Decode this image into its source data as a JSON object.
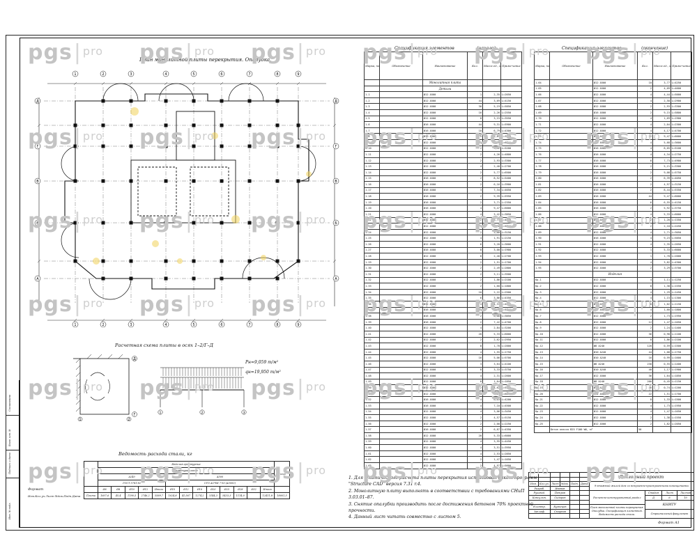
{
  "watermark": {
    "brand": "pgs",
    "suffix": "pro"
  },
  "plan": {
    "title": "План монолитной плиты перекрытия. Опалубка.",
    "axes_letters": [
      "Д",
      "Г",
      "В",
      "Б",
      "А"
    ],
    "axes_numbers": [
      "1",
      "2",
      "3",
      "4",
      "5",
      "6",
      "7",
      "8",
      "9"
    ]
  },
  "scheme": {
    "title": "Расчетная схема плиты в осях 1–2/Г–Д",
    "load1": "Pн=9,059 т/м²",
    "load2": "qн=19,950 т/м²"
  },
  "rebar_table": {
    "title": "Ведомость расхода стали, кг",
    "header_main": "Изделия арматурные",
    "header_class": "Арматура класса",
    "col_a240": "A240",
    "col_a500": "A500",
    "gost1": "ГОСТ 5781-82",
    "gost2": "СТО АСЧМ 7-93 (A500С)",
    "total_label": "Всего",
    "diam_a240": [
      "Ø6",
      "Ø8",
      "Ø10",
      "Ø12"
    ],
    "itogo_label": "Итого",
    "diam_a500": [
      "Ø10",
      "Ø12",
      "Ø16",
      "Ø20",
      "Ø25",
      "Ø28",
      "Ø32"
    ],
    "row_label": "Плита",
    "values": [
      "1607,6",
      "45,4",
      "1190,5",
      "2746,2",
      "5589,7",
      "1624,8",
      "41,567",
      "1274,2",
      "3144,3",
      "5433,3",
      "1114,0",
      "",
      "12411,8",
      "18001,5"
    ]
  },
  "side_stamp": [
    "Инв. № подл.",
    "Подпись и дата",
    "Взам. инв. №",
    "Согласовано"
  ],
  "left_notes": [
    "Формат",
    "Изм.Кол.уч.Лист №док.Подп.Дата"
  ],
  "spec": {
    "caption_left": "Спецификация элементов",
    "caption_left_suffix": "(начало)",
    "caption_right": "Спецификация элементов",
    "caption_right_suffix": "(окончание)",
    "headers": [
      "Марка, поз.",
      "Обозначение",
      "Наименование",
      "Кол.",
      "Масса ед., кг",
      "Приме-чание"
    ],
    "section_mono": "Монолитная плита",
    "section_rebar": "Детали",
    "section_prod": "Изделия",
    "left_rows": [
      [
        "1-1",
        "Ø12 А500",
        "L=2650",
        "1",
        "2,35"
      ],
      [
        "1-2",
        "Ø12 А500",
        "L=4150",
        "44",
        "3,69"
      ],
      [
        "1-3",
        "Ø12 А500",
        "L=5850",
        "30",
        "5,19"
      ],
      [
        "1-4",
        "Ø12 А500",
        "L=2550",
        "16",
        "2,26"
      ],
      [
        "1-5",
        "Ø12 А500",
        "L=3550",
        "8",
        "3,15"
      ],
      [
        "1-6",
        "Ø16 А500",
        "L=5900",
        "44",
        "9,31"
      ],
      [
        "1-7",
        "Ø16 А500",
        "L=4300",
        "10",
        "6,79"
      ],
      [
        "1-8",
        "Ø16 А500",
        "L=3700",
        "5",
        "5,84"
      ],
      [
        "1-9",
        "Ø12 А500",
        "L=6000",
        "24",
        "5,33"
      ],
      [
        "1-10",
        "Ø12 А500",
        "L=5200",
        "2",
        "4,62"
      ],
      [
        "1-11",
        "Ø12 А500",
        "L=4800",
        "2",
        "4,26"
      ],
      [
        "1-12",
        "Ø12 А500",
        "L=3300",
        "2",
        "2,93"
      ],
      [
        "1-13",
        "Ø12 А500",
        "L=2700",
        "4",
        "2,40"
      ],
      [
        "1-14",
        "Ø12 А500",
        "L=6500",
        "2",
        "5,77"
      ],
      [
        "1-15",
        "Ø16 А500",
        "L=5400",
        "2",
        "8,52"
      ],
      [
        "1-16",
        "Ø16 А500",
        "L=3900",
        "2",
        "6,16"
      ],
      [
        "1-17",
        "Ø16 А500",
        "L=4650",
        "3",
        "7,34"
      ],
      [
        "1-18",
        "Ø16 А500",
        "L=5950",
        "2",
        "9,39"
      ],
      [
        "1-19",
        "Ø16 А500",
        "L=2350",
        "2",
        "3,71"
      ],
      [
        "1-20",
        "Ø16 А500",
        "L=6000",
        "4",
        "9,47"
      ],
      [
        "1-21",
        "Ø12 А500",
        "L=3850",
        "4",
        "3,42"
      ],
      [
        "1-22",
        "Ø12 А500",
        "L=4250",
        "2",
        "3,77"
      ],
      [
        "1-23",
        "Ø12 А500",
        "L=5650",
        "2",
        "5,02"
      ],
      [
        "1-24",
        "Ø12 А500",
        "L=3150",
        "2",
        "2,80"
      ],
      [
        "1-25",
        "Ø12 А500",
        "L=2150",
        "4",
        "1,91"
      ],
      [
        "1-26",
        "Ø12 А500",
        "L=3600",
        "6",
        "3,20"
      ],
      [
        "1-27",
        "Ø16 А500",
        "L=1900",
        "8",
        "3,00"
      ],
      [
        "1-28",
        "Ø12 А500",
        "L=2700",
        "8",
        "2,40"
      ],
      [
        "1-29",
        "Ø12 А500",
        "L=1700",
        "2",
        "1,51"
      ],
      [
        "1-30",
        "Ø12 А500",
        "L=2800",
        "2",
        "2,49"
      ],
      [
        "1-31",
        "Ø12 А500",
        "L=3500",
        "2",
        "3,11"
      ],
      [
        "1-32",
        "Ø12 А500",
        "L=2100",
        "2",
        "1,86"
      ],
      [
        "1-33",
        "Ø12 А500",
        "L=1800",
        "2",
        "1,60"
      ],
      [
        "1-34",
        "Ø12 А500",
        "L=2500",
        "10",
        "2,22"
      ],
      [
        "1-35",
        "Ø12 А500",
        "L=4350",
        "6",
        "3,86"
      ],
      [
        "1-36",
        "Ø12 А500",
        "L=4850",
        "4",
        "4,31"
      ],
      [
        "1-37",
        "Ø16 А500",
        "L=5450",
        "12",
        "8,60"
      ],
      [
        "1-38",
        "Ø16 А500",
        "L=3850",
        "2",
        "6,08"
      ],
      [
        "1-39",
        "Ø16 А500",
        "L=4700",
        "2",
        "7,42"
      ],
      [
        "1-40",
        "Ø12 А500",
        "L=3200",
        "4",
        "2,84"
      ],
      [
        "1-41",
        "Ø12 А500",
        "L=6000",
        "20",
        "5,33"
      ],
      [
        "1-42",
        "Ø12 А500",
        "L=2950",
        "2",
        "2,62"
      ],
      [
        "1-43",
        "Ø12 А500",
        "L=2000",
        "8",
        "1,78"
      ],
      [
        "1-44",
        "Ø12 А500",
        "L=1750",
        "4",
        "1,55"
      ],
      [
        "1-45",
        "Ø12 А500",
        "L=5700",
        "16",
        "5,06"
      ],
      [
        "1-46",
        "Ø12 А500",
        "L=4100",
        "3",
        "3,64"
      ],
      [
        "1-47",
        "Ø12 А500",
        "L=3750",
        "8",
        "3,33"
      ],
      [
        "1-48",
        "Ø12 А500",
        "L=2600",
        "4",
        "2,31"
      ],
      [
        "1-49",
        "Ø12 А500",
        "L=1850",
        "8",
        "1,64"
      ],
      [
        "1-50",
        "Ø12 А500",
        "L=5200",
        "2",
        "4,62"
      ],
      [
        "1-51",
        "Ø12 А500",
        "L=6000",
        "20",
        "5,33"
      ],
      [
        "1-52",
        "Ø16 А500",
        "L=4200",
        "4",
        "6,63"
      ],
      [
        "1-53",
        "Ø16 А500",
        "L=4500",
        "4",
        "7,10"
      ],
      [
        "1-54",
        "Ø12 А500",
        "L=3450",
        "4",
        "3,06"
      ],
      [
        "1-55",
        "Ø12 А500",
        "L=5150",
        "2",
        "4,57"
      ],
      [
        "1-56",
        "Ø12 А500",
        "L=2250",
        "2",
        "2,00"
      ],
      [
        "1-57",
        "Ø16 А500",
        "L=4350",
        "2",
        "6,87"
      ],
      [
        "1-58",
        "Ø12 А500",
        "L=6000",
        "20",
        "5,33"
      ],
      [
        "1-59",
        "Ø12 А500",
        "L=4450",
        "4",
        "3,95"
      ],
      [
        "1-60",
        "Ø12 А500",
        "L=3950",
        "4",
        "3,51"
      ],
      [
        "1-61",
        "Ø12 А500",
        "L=2850",
        "4",
        "2,53"
      ],
      [
        "1-62",
        "Ø12 А500",
        "L=1650",
        "2",
        "1,47"
      ],
      [
        "1-63",
        "Ø12 А500",
        "L=5600",
        "2",
        "4,97"
      ]
    ],
    "right_rows": [
      [
        "1-64",
        "Ø12 А500",
        "L=4250",
        "10",
        "3,77"
      ],
      [
        "1-65",
        "Ø12 А500",
        "L=4600",
        "2",
        "4,09"
      ],
      [
        "1-66",
        "Ø12 А500",
        "L=5000",
        "4",
        "4,44"
      ],
      [
        "1-67",
        "Ø12 А500",
        "L=2900",
        "4",
        "2,58"
      ],
      [
        "1-68",
        "Ø12 А500",
        "L=3300",
        "2",
        "2,93"
      ],
      [
        "1-69",
        "Ø16 А500",
        "L=5800",
        "2",
        "9,15"
      ],
      [
        "1-70",
        "Ø12 А500",
        "L=1900",
        "4",
        "1,69"
      ],
      [
        "1-71",
        "Ø12 А500",
        "L=2300",
        "4",
        "2,04"
      ],
      [
        "1-72",
        "Ø12 А500",
        "L=4700",
        "4",
        "4,17"
      ],
      [
        "1-73",
        "Ø16 А500",
        "L=6000",
        "22",
        "9,47"
      ],
      [
        "1-74",
        "Ø16 А500",
        "L=3600",
        "4",
        "5,68"
      ],
      [
        "1-75",
        "Ø16 А500",
        "L=5100",
        "4",
        "8,05"
      ],
      [
        "1-76",
        "Ø16 А500",
        "L=2750",
        "4",
        "4,34"
      ],
      [
        "1-77",
        "Ø16 А500",
        "L=4900",
        "6",
        "7,73"
      ],
      [
        "1-78",
        "Ø16 А500",
        "L=3300",
        "2",
        "5,21"
      ],
      [
        "1-79",
        "Ø16 А500",
        "L=5750",
        "2",
        "9,08"
      ],
      [
        "1-80",
        "Ø16 А500",
        "L=4050",
        "2",
        "6,39"
      ],
      [
        "1-81",
        "Ø16 А500",
        "L=3150",
        "2",
        "4,97"
      ],
      [
        "1-82",
        "Ø16 А500",
        "L=5350",
        "2",
        "8,44"
      ],
      [
        "1-83",
        "Ø16 А500",
        "L=6000",
        "44",
        "9,47"
      ],
      [
        "1-84",
        "Ø16 А500",
        "L=4150",
        "6",
        "6,55"
      ],
      [
        "1-85",
        "Ø16 А500",
        "L=3750",
        "2",
        "5,92"
      ],
      [
        "1-86",
        "Ø12 А500",
        "L=6000",
        "4",
        "5,33"
      ],
      [
        "1-87",
        "Ø12 А500",
        "L=1350",
        "2",
        "1,20"
      ],
      [
        "1-88",
        "Ø12 А500",
        "L=2450",
        "2",
        "2,18"
      ],
      [
        "1-89",
        "Ø12 А500",
        "L=3050",
        "4",
        "2,71"
      ],
      [
        "1-90",
        "Ø16 А500",
        "L=5850",
        "4",
        "9,23"
      ],
      [
        "1-91",
        "Ø12 А500",
        "L=2650",
        "4",
        "2,35"
      ],
      [
        "1-92",
        "Ø12 А500",
        "L=6000",
        "1",
        "5,33"
      ],
      [
        "1-93",
        "Ø12 А500",
        "L=2000",
        "1",
        "1,78"
      ],
      [
        "1-94",
        "Ø12 А500",
        "L=4300",
        "4",
        "3,82"
      ],
      [
        "1-95",
        "Ø12 А500",
        "L=3700",
        "2",
        "3,29"
      ]
    ],
    "right_rows2": [
      [
        "Кр-1",
        "Ø12 А500",
        "L=1250",
        "4",
        "1,11"
      ],
      [
        "Кр-2",
        "Ø12 А500",
        "L=1550",
        "8",
        "1,38"
      ],
      [
        "Кр-3",
        "Ø12 А500",
        "L=1450",
        "4",
        "1,29"
      ],
      [
        "Кр-4",
        "Ø12 А500",
        "L=1300",
        "4",
        "1,15"
      ],
      [
        "Кр-5",
        "Ø12 А500",
        "L=1150",
        "8",
        "1,02"
      ],
      [
        "Кр-6",
        "Ø12 А500",
        "L=1800",
        "4",
        "1,60"
      ],
      [
        "Кр-7",
        "Ø12 А500",
        "L=1950",
        "2",
        "1,73"
      ],
      [
        "Кр-8",
        "Ø12 А500",
        "L=1650",
        "12",
        "1,47"
      ],
      [
        "Кр-9",
        "Ø12 А500",
        "L=1400",
        "2",
        "1,24"
      ],
      [
        "Кр-10",
        "Ø12 А500",
        "L=1100",
        "36",
        "0,98"
      ],
      [
        "Кр-11",
        "Ø12 А500",
        "L=2100",
        "8",
        "1,86"
      ],
      [
        "Кр-12",
        "Ø8 А240",
        "L=1500",
        "120",
        "0,59"
      ],
      [
        "Кр-13",
        "Ø10 А240",
        "L=1750",
        "44",
        "1,08"
      ],
      [
        "Кр-14",
        "Ø10 А240",
        "L=1600",
        "16",
        "0,99"
      ],
      [
        "Кр-15",
        "Ø8 А240",
        "L=1400",
        "230",
        "0,55"
      ],
      [
        "Кр-16",
        "Ø10 А240",
        "L=1900",
        "40",
        "1,17"
      ],
      [
        "Кр-17",
        "Ø12 А500",
        "L=1850",
        "36",
        "1,64"
      ],
      [
        "Кр-18",
        "Ø8 А240",
        "L=1150",
        "200",
        "0,45"
      ],
      [
        "Кр-19",
        "Ø10 А240",
        "L=1200",
        "46",
        "0,74"
      ],
      [
        "Кр-20",
        "Ø12 А500",
        "L=1700",
        "22",
        "1,51"
      ],
      [
        "Кр-21",
        "Ø12 А500",
        "L=1500",
        "8",
        "1,33"
      ],
      [
        "Кр-22",
        "Ø12 А500",
        "L=1950",
        "4",
        "1,73"
      ],
      [
        "Кр-23",
        "Ø12 А500",
        "L=1650",
        "4",
        "1,47"
      ],
      [
        "Кр-24",
        "Ø12 А500",
        "L=1550",
        "2",
        "1,38"
      ],
      [
        "Кр-25",
        "Ø12 А500",
        "L=2050",
        "2",
        "1,82"
      ]
    ],
    "total_row": "Бетон класса В25 F100 W6, м³",
    "total_value": "50"
  },
  "notes": [
    "1. Для статического расчета плиты перекрытия использован пакет программ \"Structure CAD\" версия 7.31 r.4.",
    "2. Монолитную плиту выполнять в соответствии с требованиями СНиП 3.03.01–87.",
    "3. Снятие опалубки производить после достижения бетоном 70% проектной прочности.",
    "4. Данный лист читать совместно с листом 5."
  ],
  "stamp": {
    "project": "Дипломный проект",
    "subject": "9-этажный жилой дом со встроенно-пристроенными помещениями",
    "section": "Расчетно-конструктивный раздел",
    "sheet_desc": "План монолитной плиты перекрытия. Опалубка. Спецификация элементов. Ведомость расхода стали.",
    "stage_label": "Стадия",
    "sheet_label": "Лист",
    "sheets_label": "Листов",
    "stage": "Д",
    "sheet": "6",
    "sheets": "10",
    "org": "КНИТУ",
    "org_sub": "Строительный факультет",
    "roles": [
      "Разраб.",
      "Руковод.",
      "Консульт.",
      "Н.контр.",
      "Зав.каф."
    ],
    "names": [
      "Иванов",
      "Петров",
      "Сидоров",
      "Кузнецов",
      "Смирнов"
    ],
    "cols": [
      "Изм.",
      "Кол.уч.",
      "Лист",
      "№док.",
      "Подп.",
      "Дата"
    ],
    "format": "Формат А1"
  }
}
